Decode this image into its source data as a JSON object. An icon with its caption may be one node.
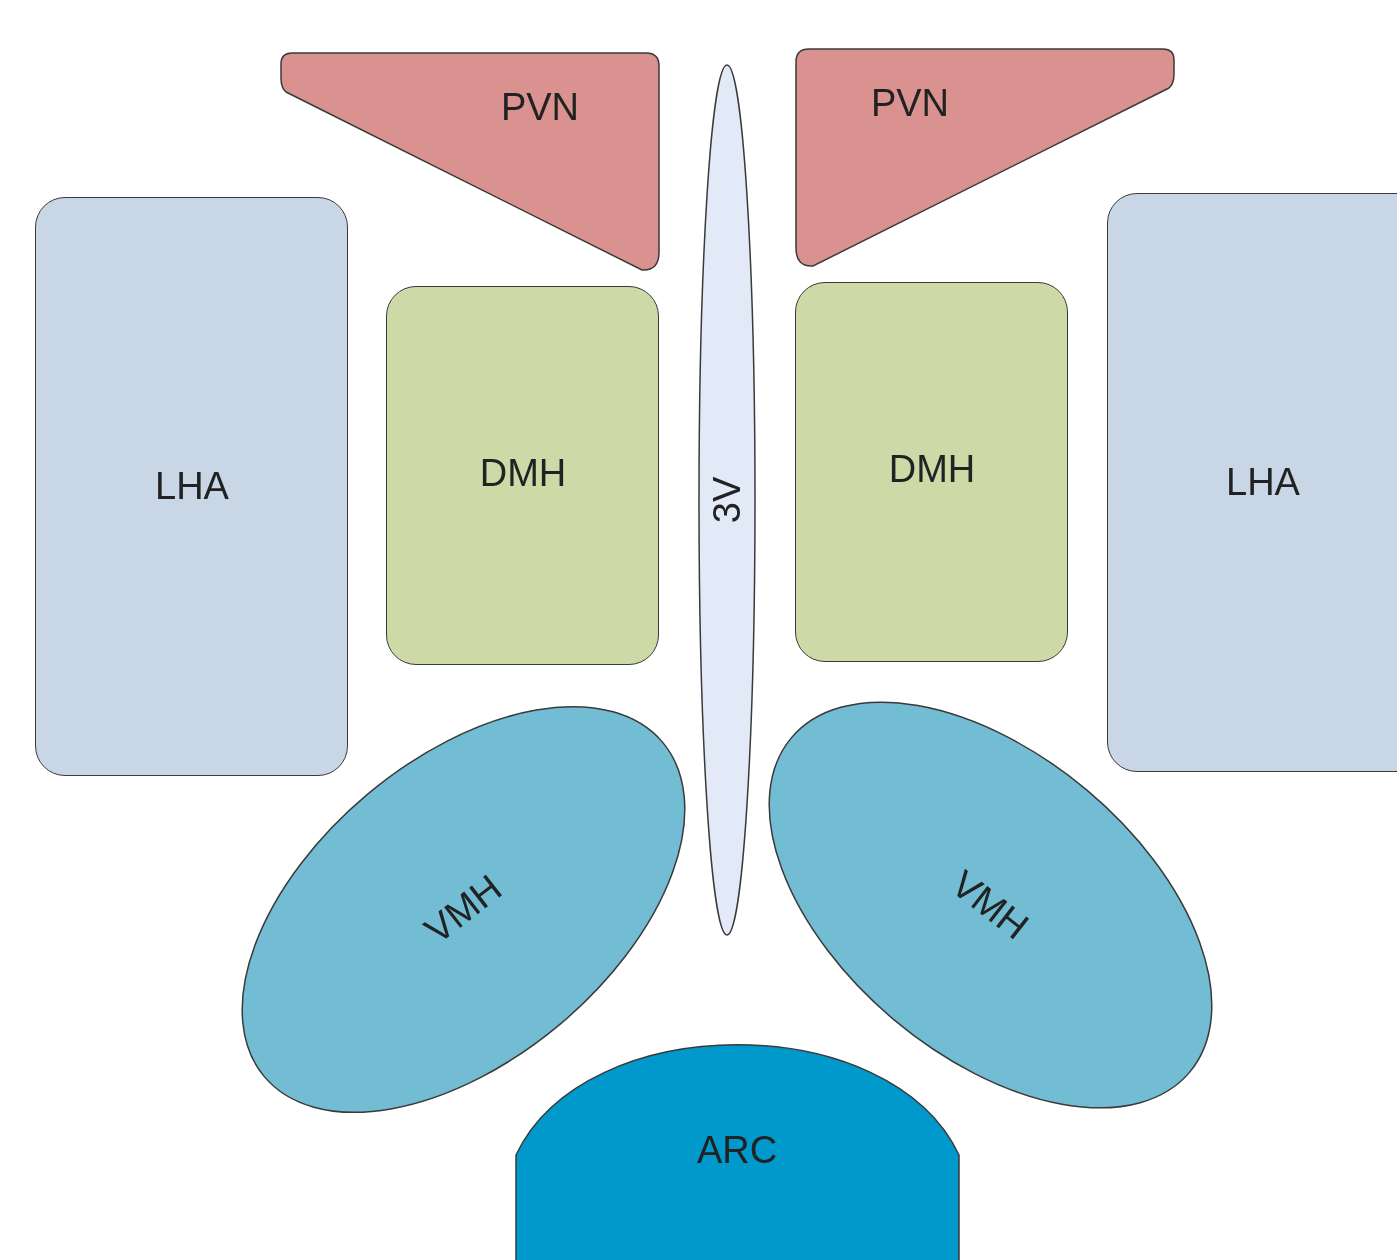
{
  "diagram": {
    "nodes": [
      {
        "text": [
          "PVN"
        ]
      },
      {
        "text": [
          "3V"
        ]
      },
      {
        "text": [
          "PVN"
        ]
      },
      {
        "text": [
          "LHA"
        ]
      },
      {
        "text": [
          "DMH"
        ]
      },
      {
        "text": [
          "DMH"
        ]
      },
      {
        "text": [
          "LHA"
        ]
      },
      {
        "text": [
          "VMH"
        ]
      },
      {
        "text": [
          "VMH"
        ]
      },
      {
        "text": [
          "ARC"
        ]
      }
    ]
  }
}
